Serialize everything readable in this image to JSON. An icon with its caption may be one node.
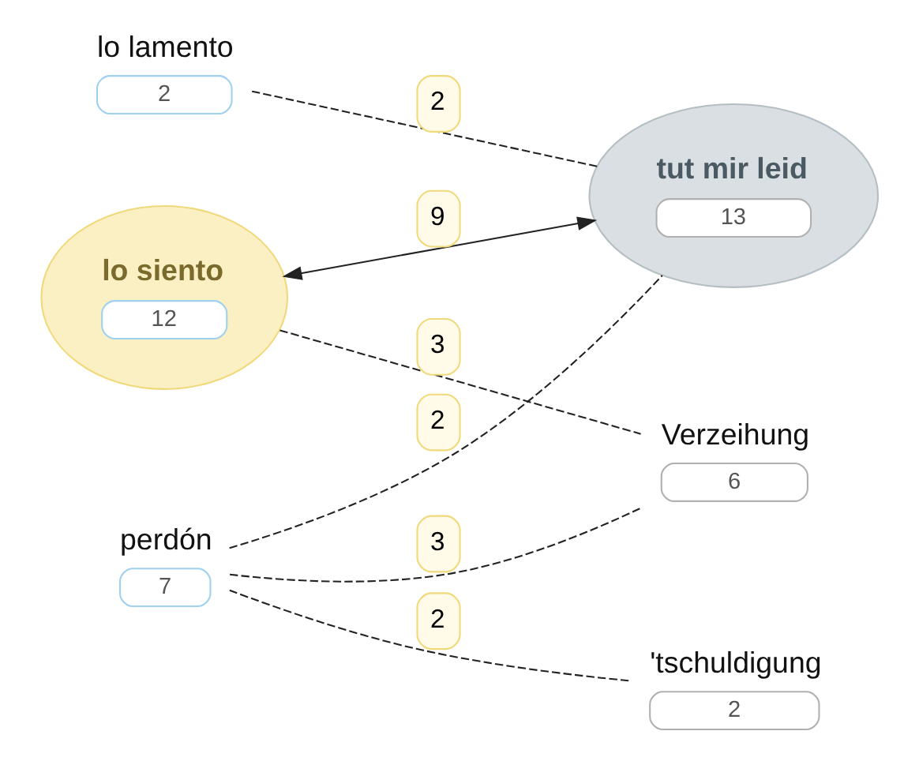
{
  "diagram": {
    "nodes": [
      {
        "text": [
          "lo lamento",
          "2"
        ]
      },
      {
        "text": [
          "lo siento",
          "12"
        ]
      },
      {
        "text": [
          "perdón",
          "7"
        ]
      },
      {
        "text": [
          "tut mir leid",
          "13"
        ]
      },
      {
        "text": [
          "Verzeihung",
          "6"
        ]
      },
      {
        "text": [
          "'tschuldigung",
          "2"
        ]
      }
    ],
    "edges": [
      {
        "from": 0,
        "to": 3,
        "arrow": "none",
        "label": "2",
        "style": "dashed"
      },
      {
        "from": 1,
        "to": 3,
        "arrow": "both",
        "label": "9"
      },
      {
        "from": 1,
        "to": 4,
        "arrow": "none",
        "label": "3",
        "style": "dashed"
      },
      {
        "from": 2,
        "to": 3,
        "arrow": "none",
        "label": "2",
        "style": "dashed"
      },
      {
        "from": 2,
        "to": 4,
        "arrow": "none",
        "label": "3",
        "style": "dashed"
      },
      {
        "from": 2,
        "to": 5,
        "arrow": "none",
        "label": "2",
        "style": "dashed"
      }
    ]
  }
}
